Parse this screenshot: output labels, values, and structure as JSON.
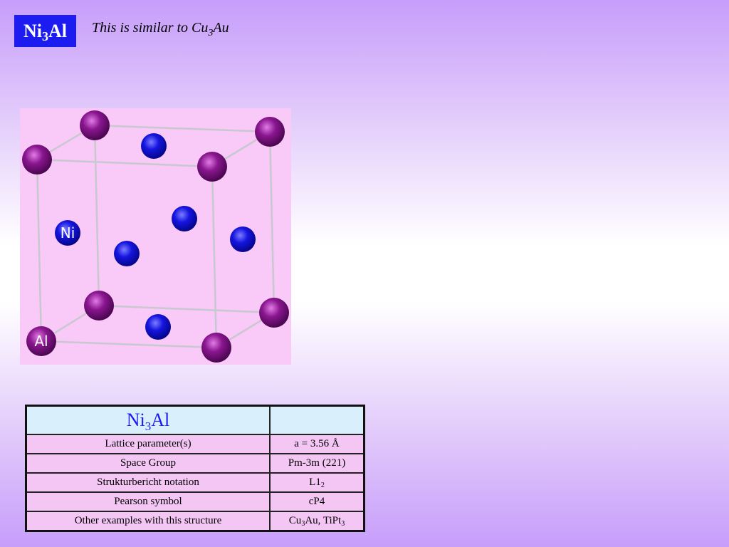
{
  "title": {
    "main": "Ni",
    "sub": "3",
    "tail": "Al"
  },
  "subtitle": {
    "text": "This is similar to Cu",
    "sub": "3",
    "tail": "Au"
  },
  "crystal": {
    "legend_ni": "Ni",
    "legend_al": "Al",
    "colors": {
      "ni": "#1515e0",
      "al": "#8a168f",
      "background": "#f9c9f7"
    }
  },
  "table": {
    "header": {
      "formula_main": "Ni",
      "formula_sub": "3",
      "formula_tail": "Al",
      "value": ""
    },
    "rows": [
      {
        "label": "Lattice parameter(s)",
        "value": "a = 3.56 Å"
      },
      {
        "label": "Space Group",
        "value": "Pm-3m (221)"
      },
      {
        "label": "Strukturbericht notation",
        "value_main": "L1",
        "value_sub": "2"
      },
      {
        "label": "Pearson symbol",
        "value": "cP4"
      },
      {
        "label": "Other examples with this structure",
        "v1": "Cu",
        "v1s": "3",
        "v2": "Au, TiPt",
        "v2s": "3"
      }
    ]
  }
}
